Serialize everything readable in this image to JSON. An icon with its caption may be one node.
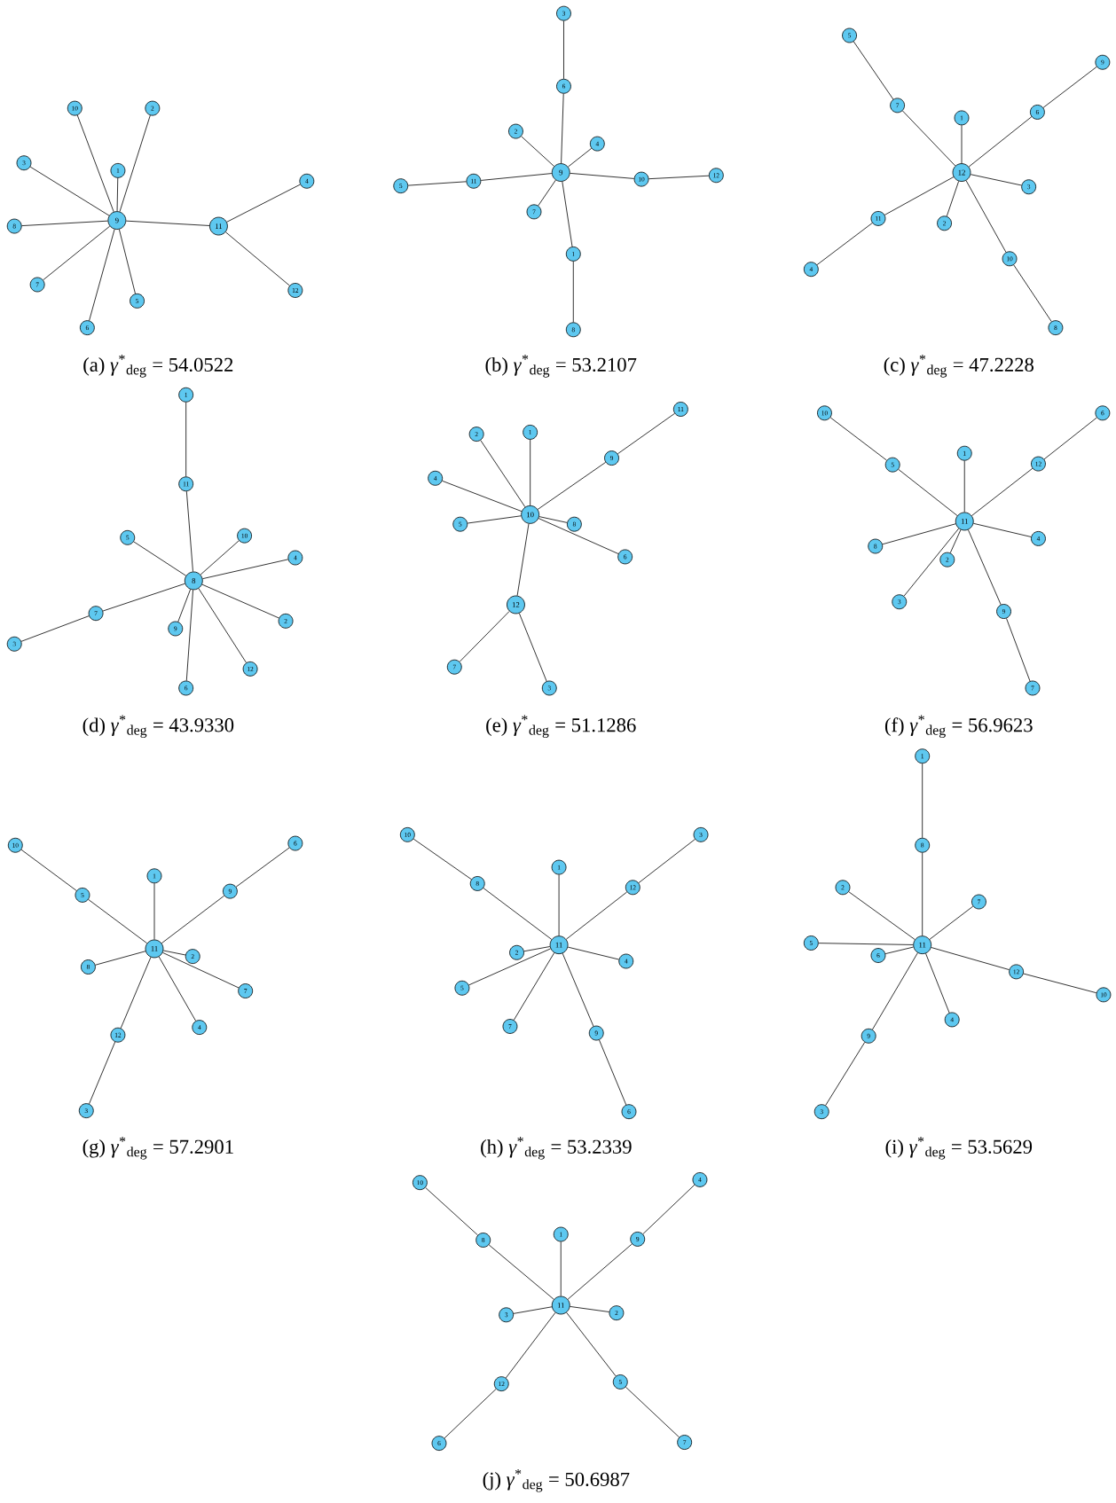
{
  "diagram": {
    "nodes": [
      {
        "text": [
          "1"
        ]
      },
      {
        "text": [
          "2"
        ]
      },
      {
        "text": [
          "3"
        ]
      },
      {
        "text": [
          "4"
        ]
      },
      {
        "text": [
          "5"
        ]
      },
      {
        "text": [
          "6"
        ]
      },
      {
        "text": [
          "7"
        ]
      },
      {
        "text": [
          "8"
        ]
      },
      {
        "text": [
          "9"
        ]
      },
      {
        "text": [
          "10"
        ]
      },
      {
        "text": [
          "11"
        ]
      },
      {
        "text": [
          "12"
        ]
      },
      {
        "text": [
          "1"
        ]
      },
      {
        "text": [
          "2"
        ]
      },
      {
        "text": [
          "3"
        ]
      },
      {
        "text": [
          "4"
        ]
      },
      {
        "text": [
          "5"
        ]
      },
      {
        "text": [
          "6"
        ]
      },
      {
        "text": [
          "7"
        ]
      },
      {
        "text": [
          "8"
        ]
      },
      {
        "text": [
          "9"
        ]
      },
      {
        "text": [
          "10"
        ]
      },
      {
        "text": [
          "11"
        ]
      },
      {
        "text": [
          "12"
        ]
      },
      {
        "text": [
          "1"
        ]
      },
      {
        "text": [
          "2"
        ]
      },
      {
        "text": [
          "3"
        ]
      },
      {
        "text": [
          "4"
        ]
      },
      {
        "text": [
          "5"
        ]
      },
      {
        "text": [
          "6"
        ]
      },
      {
        "text": [
          "7"
        ]
      },
      {
        "text": [
          "8"
        ]
      },
      {
        "text": [
          "9"
        ]
      },
      {
        "text": [
          "10"
        ]
      },
      {
        "text": [
          "11"
        ]
      },
      {
        "text": [
          "12"
        ]
      },
      {
        "text": [
          "1"
        ]
      },
      {
        "text": [
          "2"
        ]
      },
      {
        "text": [
          "3"
        ]
      },
      {
        "text": [
          "4"
        ]
      },
      {
        "text": [
          "5"
        ]
      },
      {
        "text": [
          "6"
        ]
      },
      {
        "text": [
          "7"
        ]
      },
      {
        "text": [
          "8"
        ]
      },
      {
        "text": [
          "9"
        ]
      },
      {
        "text": [
          "10"
        ]
      },
      {
        "text": [
          "11"
        ]
      },
      {
        "text": [
          "12"
        ]
      },
      {
        "text": [
          "1"
        ]
      },
      {
        "text": [
          "2"
        ]
      },
      {
        "text": [
          "3"
        ]
      },
      {
        "text": [
          "4"
        ]
      },
      {
        "text": [
          "5"
        ]
      },
      {
        "text": [
          "6"
        ]
      },
      {
        "text": [
          "7"
        ]
      },
      {
        "text": [
          "8"
        ]
      },
      {
        "text": [
          "9"
        ]
      },
      {
        "text": [
          "10"
        ]
      },
      {
        "text": [
          "11"
        ]
      },
      {
        "text": [
          "12"
        ]
      },
      {
        "text": [
          "1"
        ]
      },
      {
        "text": [
          "2"
        ]
      },
      {
        "text": [
          "3"
        ]
      },
      {
        "text": [
          "4"
        ]
      },
      {
        "text": [
          "5"
        ]
      },
      {
        "text": [
          "6"
        ]
      },
      {
        "text": [
          "7"
        ]
      },
      {
        "text": [
          "8"
        ]
      },
      {
        "text": [
          "9"
        ]
      },
      {
        "text": [
          "10"
        ]
      },
      {
        "text": [
          "11"
        ]
      },
      {
        "text": [
          "12"
        ]
      },
      {
        "text": [
          "1"
        ]
      },
      {
        "text": [
          "2"
        ]
      },
      {
        "text": [
          "3"
        ]
      },
      {
        "text": [
          "4"
        ]
      },
      {
        "text": [
          "5"
        ]
      },
      {
        "text": [
          "6"
        ]
      },
      {
        "text": [
          "7"
        ]
      },
      {
        "text": [
          "8"
        ]
      },
      {
        "text": [
          "9"
        ]
      },
      {
        "text": [
          "10"
        ]
      },
      {
        "text": [
          "11"
        ]
      },
      {
        "text": [
          "12"
        ]
      },
      {
        "text": [
          "1"
        ]
      },
      {
        "text": [
          "2"
        ]
      },
      {
        "text": [
          "3"
        ]
      },
      {
        "text": [
          "4"
        ]
      },
      {
        "text": [
          "5"
        ]
      },
      {
        "text": [
          "6"
        ]
      },
      {
        "text": [
          "7"
        ]
      },
      {
        "text": [
          "8"
        ]
      },
      {
        "text": [
          "9"
        ]
      },
      {
        "text": [
          "10"
        ]
      },
      {
        "text": [
          "11"
        ]
      },
      {
        "text": [
          "12"
        ]
      },
      {
        "text": [
          "1"
        ]
      },
      {
        "text": [
          "2"
        ]
      },
      {
        "text": [
          "3"
        ]
      },
      {
        "text": [
          "4"
        ]
      },
      {
        "text": [
          "5"
        ]
      },
      {
        "text": [
          "6"
        ]
      },
      {
        "text": [
          "7"
        ]
      },
      {
        "text": [
          "8"
        ]
      },
      {
        "text": [
          "9"
        ]
      },
      {
        "text": [
          "10"
        ]
      },
      {
        "text": [
          "11"
        ]
      },
      {
        "text": [
          "12"
        ]
      },
      {
        "text": [
          "1"
        ]
      },
      {
        "text": [
          "2"
        ]
      },
      {
        "text": [
          "3"
        ]
      },
      {
        "text": [
          "4"
        ]
      },
      {
        "text": [
          "5"
        ]
      },
      {
        "text": [
          "6"
        ]
      },
      {
        "text": [
          "7"
        ]
      },
      {
        "text": [
          "8"
        ]
      },
      {
        "text": [
          "9"
        ]
      },
      {
        "text": [
          "10"
        ]
      },
      {
        "text": [
          "11"
        ]
      },
      {
        "text": [
          "12"
        ]
      }
    ],
    "edges": [
      {
        "from": 8,
        "to": 0,
        "arrow": "none"
      },
      {
        "from": 8,
        "to": 1,
        "arrow": "none"
      },
      {
        "from": 8,
        "to": 2,
        "arrow": "none"
      },
      {
        "from": 8,
        "to": 9,
        "arrow": "none"
      },
      {
        "from": 8,
        "to": 7,
        "arrow": "none"
      },
      {
        "from": 8,
        "to": 6,
        "arrow": "none"
      },
      {
        "from": 8,
        "to": 5,
        "arrow": "none"
      },
      {
        "from": 8,
        "to": 4,
        "arrow": "none"
      },
      {
        "from": 8,
        "to": 10,
        "arrow": "none"
      },
      {
        "from": 10,
        "to": 3,
        "arrow": "none"
      },
      {
        "from": 10,
        "to": 11,
        "arrow": "none"
      },
      {
        "from": 20,
        "to": 17,
        "arrow": "none"
      },
      {
        "from": 17,
        "to": 14,
        "arrow": "none"
      },
      {
        "from": 20,
        "to": 13,
        "arrow": "none"
      },
      {
        "from": 20,
        "to": 15,
        "arrow": "none"
      },
      {
        "from": 20,
        "to": 22,
        "arrow": "none"
      },
      {
        "from": 22,
        "to": 16,
        "arrow": "none"
      },
      {
        "from": 20,
        "to": 18,
        "arrow": "none"
      },
      {
        "from": 20,
        "to": 21,
        "arrow": "none"
      },
      {
        "from": 21,
        "to": 23,
        "arrow": "none"
      },
      {
        "from": 20,
        "to": 12,
        "arrow": "none"
      },
      {
        "from": 12,
        "to": 19,
        "arrow": "none"
      },
      {
        "from": 35,
        "to": 24,
        "arrow": "none"
      },
      {
        "from": 35,
        "to": 30,
        "arrow": "none"
      },
      {
        "from": 30,
        "to": 28,
        "arrow": "none"
      },
      {
        "from": 35,
        "to": 29,
        "arrow": "none"
      },
      {
        "from": 29,
        "to": 32,
        "arrow": "none"
      },
      {
        "from": 35,
        "to": 26,
        "arrow": "none"
      },
      {
        "from": 35,
        "to": 25,
        "arrow": "none"
      },
      {
        "from": 35,
        "to": 34,
        "arrow": "none"
      },
      {
        "from": 34,
        "to": 27,
        "arrow": "none"
      },
      {
        "from": 35,
        "to": 33,
        "arrow": "none"
      },
      {
        "from": 33,
        "to": 31,
        "arrow": "none"
      },
      {
        "from": 36,
        "to": 46,
        "arrow": "none"
      },
      {
        "from": 46,
        "to": 43,
        "arrow": "none"
      },
      {
        "from": 43,
        "to": 40,
        "arrow": "none"
      },
      {
        "from": 43,
        "to": 45,
        "arrow": "none"
      },
      {
        "from": 43,
        "to": 39,
        "arrow": "none"
      },
      {
        "from": 43,
        "to": 37,
        "arrow": "none"
      },
      {
        "from": 43,
        "to": 47,
        "arrow": "none"
      },
      {
        "from": 43,
        "to": 41,
        "arrow": "none"
      },
      {
        "from": 43,
        "to": 44,
        "arrow": "none"
      },
      {
        "from": 43,
        "to": 42,
        "arrow": "none"
      },
      {
        "from": 42,
        "to": 38,
        "arrow": "none"
      },
      {
        "from": 57,
        "to": 48,
        "arrow": "none"
      },
      {
        "from": 57,
        "to": 49,
        "arrow": "none"
      },
      {
        "from": 57,
        "to": 51,
        "arrow": "none"
      },
      {
        "from": 57,
        "to": 52,
        "arrow": "none"
      },
      {
        "from": 57,
        "to": 55,
        "arrow": "none"
      },
      {
        "from": 57,
        "to": 53,
        "arrow": "none"
      },
      {
        "from": 57,
        "to": 56,
        "arrow": "none"
      },
      {
        "from": 56,
        "to": 58,
        "arrow": "none"
      },
      {
        "from": 57,
        "to": 59,
        "arrow": "none"
      },
      {
        "from": 59,
        "to": 54,
        "arrow": "none"
      },
      {
        "from": 59,
        "to": 50,
        "arrow": "none"
      },
      {
        "from": 70,
        "to": 60,
        "arrow": "none"
      },
      {
        "from": 70,
        "to": 64,
        "arrow": "none"
      },
      {
        "from": 64,
        "to": 69,
        "arrow": "none"
      },
      {
        "from": 70,
        "to": 71,
        "arrow": "none"
      },
      {
        "from": 71,
        "to": 65,
        "arrow": "none"
      },
      {
        "from": 70,
        "to": 63,
        "arrow": "none"
      },
      {
        "from": 70,
        "to": 67,
        "arrow": "none"
      },
      {
        "from": 70,
        "to": 61,
        "arrow": "none"
      },
      {
        "from": 70,
        "to": 62,
        "arrow": "none"
      },
      {
        "from": 70,
        "to": 68,
        "arrow": "none"
      },
      {
        "from": 68,
        "to": 66,
        "arrow": "none"
      },
      {
        "from": 82,
        "to": 72,
        "arrow": "none"
      },
      {
        "from": 82,
        "to": 76,
        "arrow": "none"
      },
      {
        "from": 76,
        "to": 81,
        "arrow": "none"
      },
      {
        "from": 82,
        "to": 80,
        "arrow": "none"
      },
      {
        "from": 80,
        "to": 77,
        "arrow": "none"
      },
      {
        "from": 82,
        "to": 73,
        "arrow": "none"
      },
      {
        "from": 82,
        "to": 78,
        "arrow": "none"
      },
      {
        "from": 82,
        "to": 75,
        "arrow": "none"
      },
      {
        "from": 82,
        "to": 79,
        "arrow": "none"
      },
      {
        "from": 82,
        "to": 83,
        "arrow": "none"
      },
      {
        "from": 83,
        "to": 74,
        "arrow": "none"
      },
      {
        "from": 94,
        "to": 84,
        "arrow": "none"
      },
      {
        "from": 94,
        "to": 91,
        "arrow": "none"
      },
      {
        "from": 91,
        "to": 93,
        "arrow": "none"
      },
      {
        "from": 94,
        "to": 95,
        "arrow": "none"
      },
      {
        "from": 95,
        "to": 86,
        "arrow": "none"
      },
      {
        "from": 94,
        "to": 87,
        "arrow": "none"
      },
      {
        "from": 94,
        "to": 85,
        "arrow": "none"
      },
      {
        "from": 94,
        "to": 88,
        "arrow": "none"
      },
      {
        "from": 94,
        "to": 90,
        "arrow": "none"
      },
      {
        "from": 94,
        "to": 92,
        "arrow": "none"
      },
      {
        "from": 92,
        "to": 89,
        "arrow": "none"
      },
      {
        "from": 96,
        "to": 103,
        "arrow": "none"
      },
      {
        "from": 103,
        "to": 106,
        "arrow": "none"
      },
      {
        "from": 106,
        "to": 97,
        "arrow": "none"
      },
      {
        "from": 106,
        "to": 102,
        "arrow": "none"
      },
      {
        "from": 106,
        "to": 100,
        "arrow": "none"
      },
      {
        "from": 106,
        "to": 101,
        "arrow": "none"
      },
      {
        "from": 106,
        "to": 107,
        "arrow": "none"
      },
      {
        "from": 107,
        "to": 105,
        "arrow": "none"
      },
      {
        "from": 106,
        "to": 99,
        "arrow": "none"
      },
      {
        "from": 106,
        "to": 104,
        "arrow": "none"
      },
      {
        "from": 104,
        "to": 98,
        "arrow": "none"
      },
      {
        "from": 118,
        "to": 108,
        "arrow": "none"
      },
      {
        "from": 118,
        "to": 115,
        "arrow": "none"
      },
      {
        "from": 115,
        "to": 117,
        "arrow": "none"
      },
      {
        "from": 118,
        "to": 116,
        "arrow": "none"
      },
      {
        "from": 116,
        "to": 111,
        "arrow": "none"
      },
      {
        "from": 118,
        "to": 109,
        "arrow": "none"
      },
      {
        "from": 118,
        "to": 110,
        "arrow": "none"
      },
      {
        "from": 118,
        "to": 119,
        "arrow": "none"
      },
      {
        "from": 119,
        "to": 113,
        "arrow": "none"
      },
      {
        "from": 118,
        "to": 112,
        "arrow": "none"
      },
      {
        "from": 112,
        "to": 114,
        "arrow": "none"
      }
    ],
    "labels": [
      "(a) *γ*$^{*}$$_{deg}$ = 54.0522",
      "(b) *γ*$^{*}$$_{deg}$ = 53.2107",
      "(c) *γ*$^{*}$$_{deg}$ = 47.2228",
      "(d) *γ*$^{*}$$_{deg}$ = 43.9330",
      "(e) *γ*$^{*}$$_{deg}$ = 51.1286",
      "(f) *γ*$^{*}$$_{deg}$ = 56.9623",
      "(g) *γ*$^{*}$$_{deg}$ = 57.2901",
      "(h) *γ*$^{*}$$_{deg}$ = 53.2339",
      "(i) *γ*$^{*}$$_{deg}$ = 53.5629",
      "(j) *γ*$^{*}$$_{deg}$ = 50.6987"
    ]
  }
}
